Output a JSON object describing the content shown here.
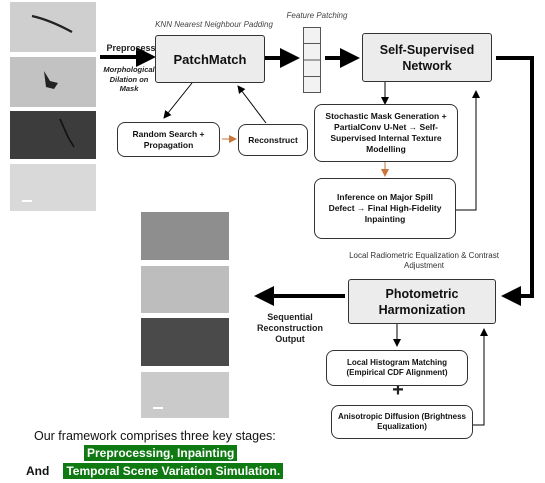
{
  "labels": {
    "knn": "KNN Nearest Neighbour Padding",
    "feature_patching": "Feature Patching",
    "preprocess": "Preprocess",
    "morph": "Morphological Dilation on Mask",
    "local_eq": "Local Radiometric Equalization & Contrast Adjustment",
    "sequential": "Sequential Reconstruction Output",
    "plus": "+"
  },
  "boxes": {
    "patchmatch": "PatchMatch",
    "ssn": "Self-Supervised Network",
    "random_search": "Random Search + Propagation",
    "reconstruct": "Reconstruct",
    "stochastic": "Stochastic Mask Generation + PartialConv U-Net → Self-Supervised Internal Texture Modelling",
    "inference": "Inference on Major Spill Defect → Final High-Fidelity Inpainting",
    "photometric": "Photometric Harmonization",
    "histogram": "Local Histogram Matching (Empirical CDF Alignment)",
    "anisotropic": "Anisotropic Diffusion (Brightness Equalization)"
  },
  "caption": {
    "line1": "Our framework comprises three key stages:",
    "hl1": "Preprocessing,  Inpainting",
    "and": "And",
    "hl2": "Temporal Scene Variation Simulation."
  },
  "colors": {
    "accent": "#0f7a12",
    "box_fill": "#ececec",
    "arrow_orange": "#c8763a"
  }
}
